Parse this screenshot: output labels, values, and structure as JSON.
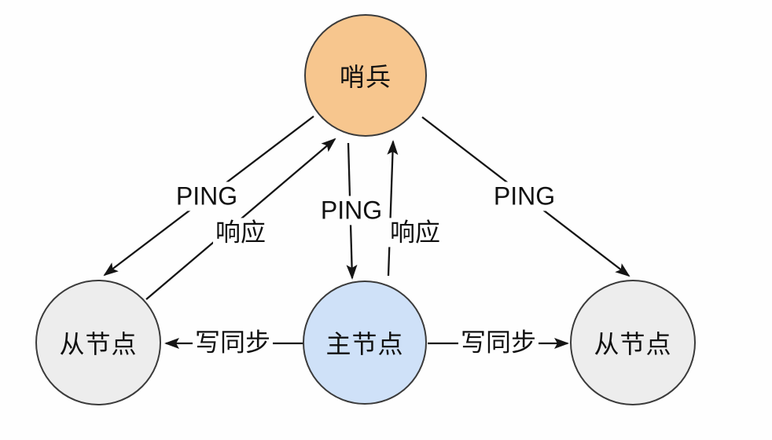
{
  "diagram": {
    "title": "redis-sentinel-topology",
    "background_color": "#fefefe",
    "line_color": "#151515",
    "nodes": {
      "sentinel": {
        "label": "哨兵",
        "fill": "#f7c68e",
        "border": "#3b3b3b"
      },
      "master": {
        "label": "主节点",
        "fill": "#cfe1f8",
        "border": "#3b3b3b"
      },
      "slave_left": {
        "label": "从节点",
        "fill": "#ededed",
        "border": "#3b3b3b"
      },
      "slave_right": {
        "label": "从节点",
        "fill": "#ededed",
        "border": "#3b3b3b"
      }
    },
    "edges": {
      "ping_left": {
        "label": "PING",
        "from": "sentinel",
        "to": "slave_left"
      },
      "resp_left": {
        "label": "响应",
        "from": "slave_left",
        "to": "sentinel"
      },
      "ping_mid": {
        "label": "PING",
        "from": "sentinel",
        "to": "master"
      },
      "resp_mid": {
        "label": "响应",
        "from": "master",
        "to": "sentinel"
      },
      "ping_right": {
        "label": "PING",
        "from": "sentinel",
        "to": "slave_right"
      },
      "sync_left": {
        "label": "写同步",
        "from": "master",
        "to": "slave_left"
      },
      "sync_right": {
        "label": "写同步",
        "from": "master",
        "to": "slave_right"
      }
    }
  }
}
